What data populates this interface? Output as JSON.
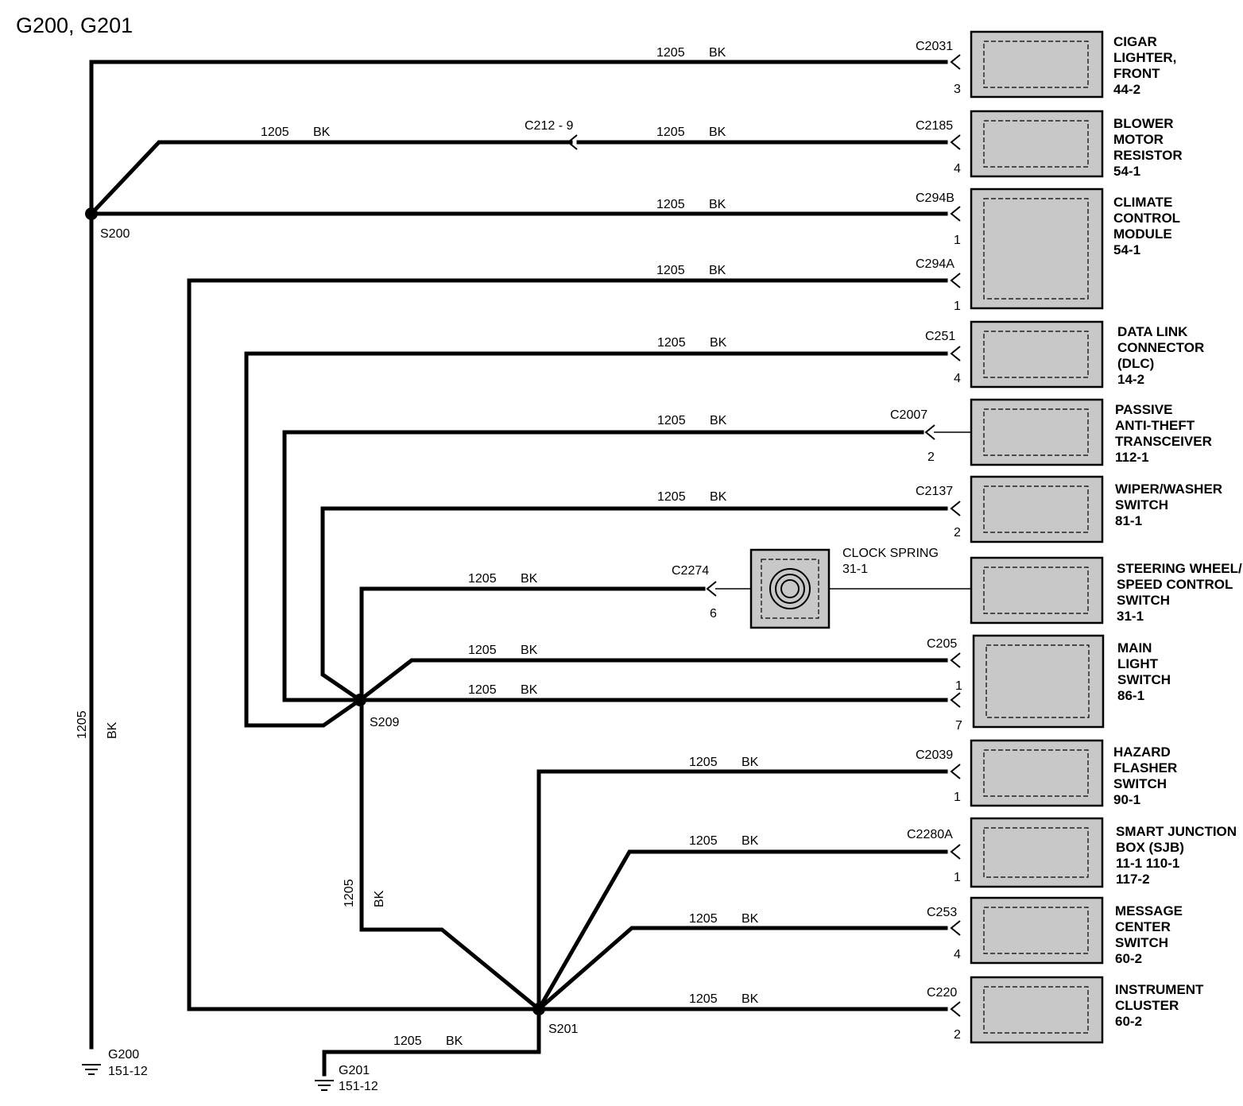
{
  "title": "G200, G201",
  "wire": {
    "circuit": "1205",
    "color": "BK"
  },
  "splices": {
    "s200": "S200",
    "s209": "S209",
    "s201": "S201"
  },
  "grounds": {
    "g200": {
      "name": "G200",
      "ref": "151-12"
    },
    "g201": {
      "name": "G201",
      "ref": "151-12"
    }
  },
  "inline_connector": "C212  -  9",
  "clock_spring": {
    "connector": "C2274",
    "pin": "6",
    "name": "CLOCK  SPRING",
    "ref": "31-1"
  },
  "components": [
    {
      "connector": "C2031",
      "pin": "3",
      "lines": [
        "CIGAR",
        "LIGHTER,",
        "FRONT",
        "44-2"
      ]
    },
    {
      "connector": "C2185",
      "pin": "4",
      "lines": [
        "BLOWER",
        "MOTOR",
        "RESISTOR",
        "54-1"
      ]
    },
    {
      "connector": "C294B",
      "pin": "1",
      "lines": [
        "CLIMATE",
        "CONTROL",
        "MODULE",
        "54-1"
      ]
    },
    {
      "connector": "C294A",
      "pin": "1",
      "lines": []
    },
    {
      "connector": "C251",
      "pin": "4",
      "lines": [
        "DATA LINK",
        "CONNECTOR",
        "(DLC)",
        "14-2"
      ]
    },
    {
      "connector": "C2007",
      "pin": "2",
      "lines": [
        "PASSIVE",
        "ANTI-THEFT",
        "TRANSCEIVER",
        "112-1"
      ]
    },
    {
      "connector": "C2137",
      "pin": "2",
      "lines": [
        "WIPER/WASHER",
        "SWITCH",
        "81-1"
      ]
    },
    {
      "connector": "",
      "pin": "",
      "lines": [
        "STEERING WHEEL/",
        "SPEED CONTROL",
        "SWITCH",
        "31-1"
      ]
    },
    {
      "connector": "C205",
      "pin": "1",
      "lines": [
        "MAIN",
        "LIGHT",
        "SWITCH",
        "86-1"
      ]
    },
    {
      "connector": "",
      "pin": "7",
      "lines": []
    },
    {
      "connector": "C2039",
      "pin": "1",
      "lines": [
        "HAZARD",
        "FLASHER",
        "SWITCH",
        "90-1"
      ]
    },
    {
      "connector": "C2280A",
      "pin": "1",
      "lines": [
        "SMART   JUNCTION",
        "BOX (SJB)",
        "11-1       110-1",
        "117-2"
      ]
    },
    {
      "connector": "C253",
      "pin": "4",
      "lines": [
        "MESSAGE",
        "CENTER",
        "SWITCH",
        "60-2"
      ]
    },
    {
      "connector": "C220",
      "pin": "2",
      "lines": [
        "INSTRUMENT",
        "CLUSTER",
        "60-2"
      ]
    }
  ]
}
